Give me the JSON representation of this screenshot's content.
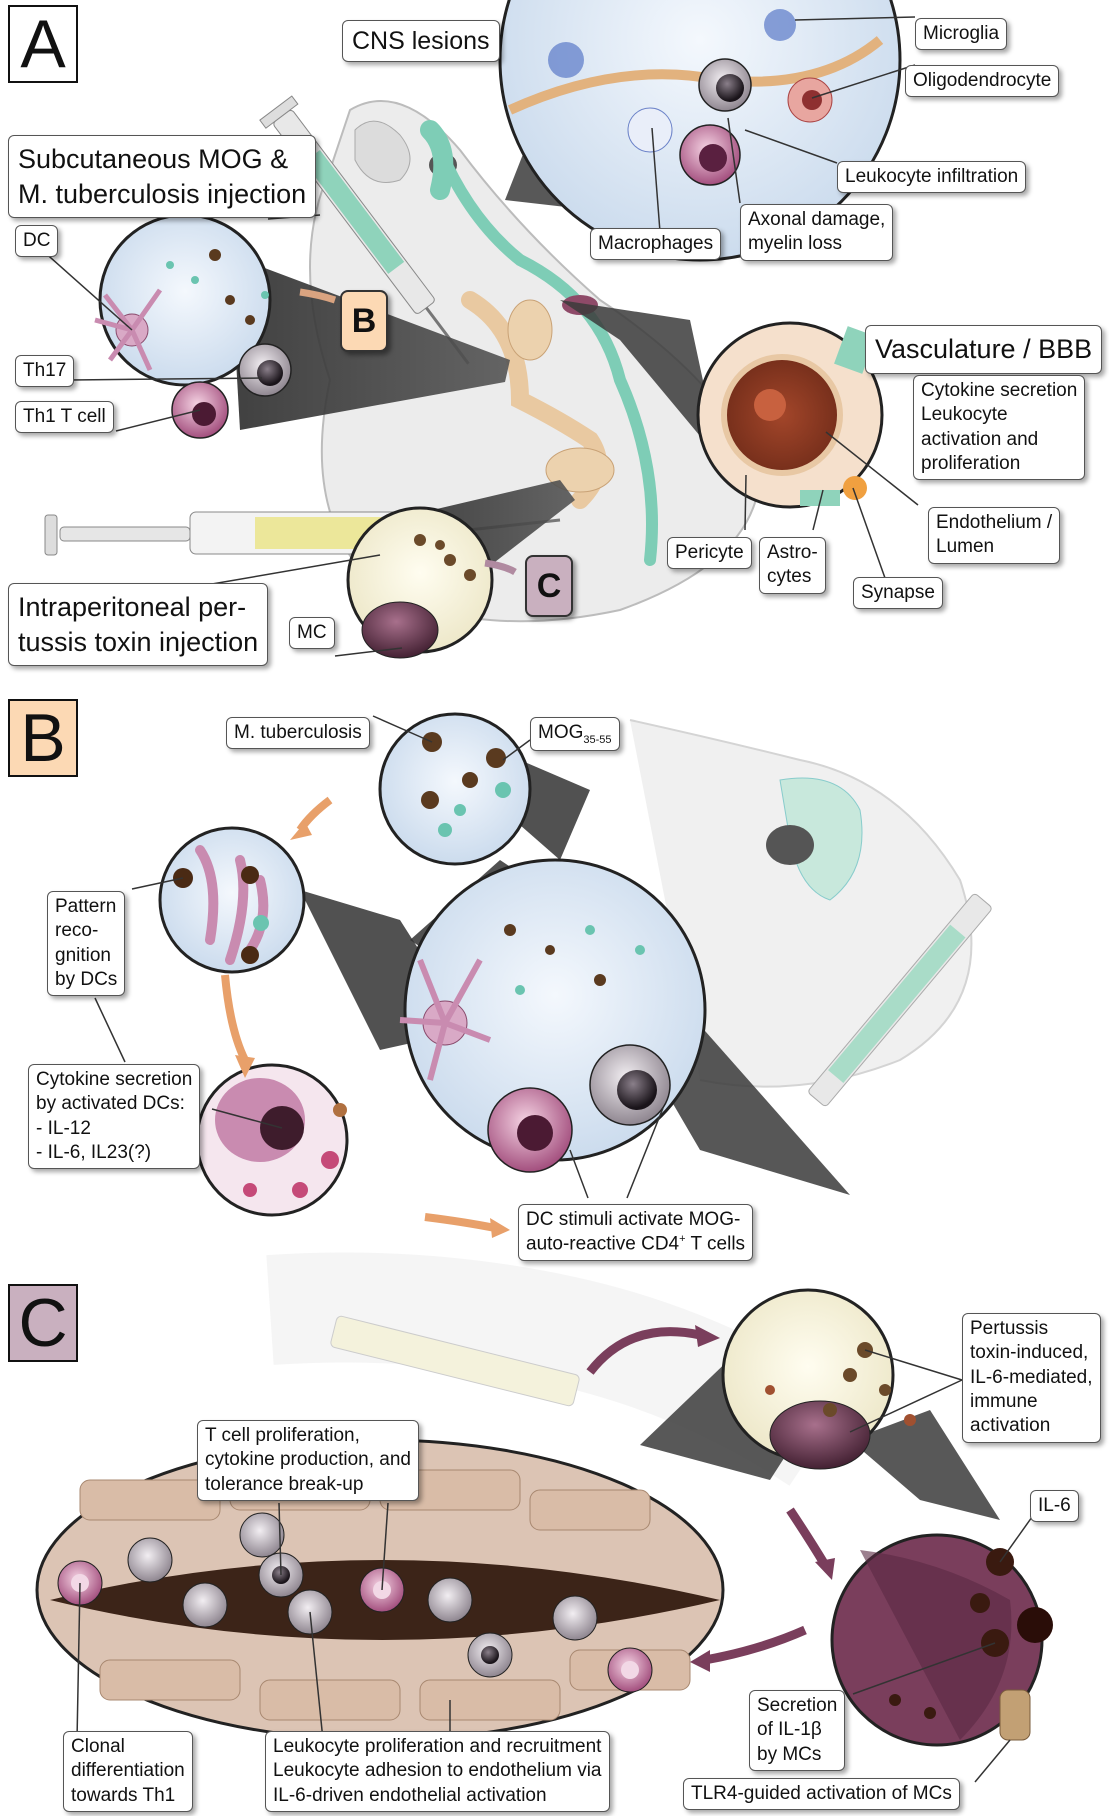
{
  "panels": {
    "a": {
      "letter": "A",
      "color": "#ffffff"
    },
    "b": {
      "letter": "B",
      "color": "#fcd9b4"
    },
    "c": {
      "letter": "C",
      "color": "#c9b0bf"
    }
  },
  "tags": {
    "b": "B",
    "c": "C"
  },
  "panel_a": {
    "cns_lesions": "CNS lesions",
    "microglia": "Microglia",
    "oligodendrocyte": "Oligodendrocyte",
    "leukocyte_infiltration": "Leukocyte infiltration",
    "axonal_damage": "Axonal damage,\nmyelin loss",
    "macrophages": "Macrophages",
    "mog_injection": "Subcutaneous MOG &\nM. tuberculosis injection",
    "dc": "DC",
    "th17": "Th17",
    "th1": "Th1 T cell",
    "vasculature": "Vasculature / BBB",
    "cytokine_secretion": "Cytokine secretion\nLeukocyte\nactivation and\nproliferation",
    "endothelium": "Endothelium /\nLumen",
    "pericyte": "Pericyte",
    "astrocytes": "Astro-\ncytes",
    "synapse": "Synapse",
    "ptx_injection": "Intraperitoneal per-\ntussis toxin injection",
    "mc": "MC"
  },
  "panel_b": {
    "m_tuberculosis": "M. tuberculosis",
    "mog": "MOG",
    "mog_sub": "35-55",
    "pattern_recognition": "Pattern\nreco-\ngnition\nby DCs",
    "cytokine_dcs": "Cytokine secretion\nby activated DCs:\n- IL-12\n- IL-6, IL23(?)",
    "dc_stimuli_1": "DC stimuli activate MOG-",
    "dc_stimuli_2": "auto-reactive CD4",
    "dc_stimuli_sup": "+",
    "dc_stimuli_3": " T cells"
  },
  "panel_c": {
    "pertussis": "Pertussis\ntoxin-induced,\nIL-6-mediated,\nimmune\nactivation",
    "il6": "IL-6",
    "t_cell_prolif": "T cell proliferation,\ncytokine production, and\ntolerance break-up",
    "clonal": "Clonal\ndifferentiation\ntowards Th1",
    "leukocyte_prolif": "Leukocyte proliferation and recruitment\nLeukocyte adhesion to endothelium via\nIL-6-driven endothelial activation",
    "il1b": "Secretion\nof IL-1β\nby MCs",
    "tlr4": "TLR4-guided activation of MCs"
  }
}
